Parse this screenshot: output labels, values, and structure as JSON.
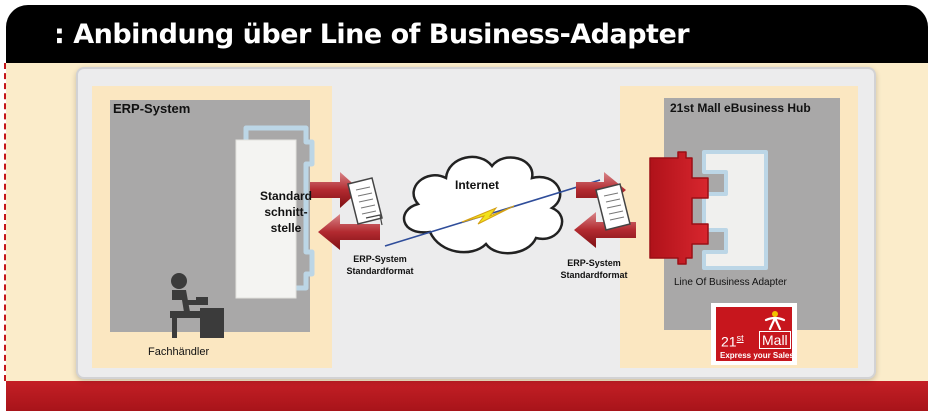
{
  "header": {
    "title": ": Anbindung über Line of Business-Adapter"
  },
  "erp": {
    "title": "ERP-System",
    "interface_line1": "Standard",
    "interface_line2": "schnitt-",
    "interface_line3": "stelle",
    "person_label": "Fachhändler",
    "format_line1": "ERP-System",
    "format_line2": "Standardformat"
  },
  "internet": {
    "label": "Internet"
  },
  "hub": {
    "title": "21st Mall eBusiness Hub",
    "format_line1": "ERP-System",
    "format_line2": "Standardformat",
    "adapter_label": "Line Of Business Adapter"
  },
  "logo": {
    "text_21": "21",
    "text_st": "st",
    "text_mall": "Mall",
    "tagline": "Express your Sales"
  },
  "colors": {
    "accent_red": "#c41f25",
    "panel_gray": "#a9a8a8",
    "cream": "#fbecca",
    "header_black": "#000000"
  },
  "icons": [
    "person-at-desk-icon",
    "document-icon",
    "cloud-icon",
    "lightning-icon",
    "arrow-icon",
    "puzzle-adapter-icon"
  ]
}
